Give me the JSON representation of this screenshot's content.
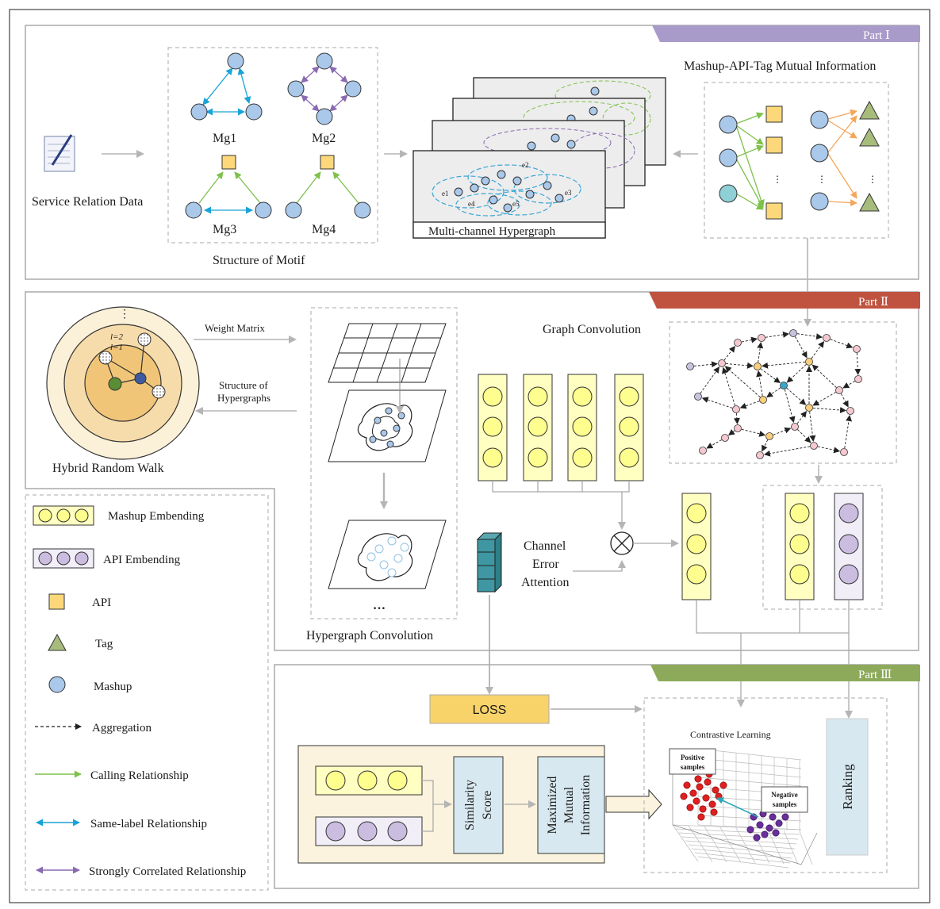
{
  "parts": {
    "part1": "Part Ⅰ",
    "part2": "Part Ⅱ",
    "part3": "Part Ⅲ"
  },
  "part1": {
    "service_relation_data": "Service Relation Data",
    "motif_labels": [
      "Mg1",
      "Mg2",
      "Mg3",
      "Mg4"
    ],
    "structure_of_motif": "Structure of Motif",
    "hyperedge_labels": [
      "e1",
      "e2",
      "e3",
      "e4",
      "e5"
    ],
    "multi_channel_hypergraph": "Multi-channel Hypergraph",
    "mutual_information_title": "Mashup-API-Tag Mutual Information",
    "ellipsis": "⋮"
  },
  "part2": {
    "ring_top": "⋮",
    "ring_l2": "l=2",
    "ring_l1": "l=1",
    "weight_matrix": "Weight Matrix",
    "structure_of_hypergraphs": [
      "Structure of",
      "Hypergraphs"
    ],
    "hybrid_random_walk": "Hybrid Random Walk",
    "hypergraph_convolution": "Hypergraph Convolution",
    "dots": "…",
    "graph_convolution": "Graph  Convolution",
    "channel_error_attention": [
      "Channel",
      "Error",
      "Attention"
    ]
  },
  "part3": {
    "loss": "LOSS",
    "contrastive_learning": "Contrastive Learning",
    "positive_samples": [
      "Positive",
      "samples"
    ],
    "negative_samples": [
      "Negative",
      "samples"
    ],
    "similarity_score": [
      "Similarity",
      "Score"
    ],
    "maximized_mutual_information": [
      "Maximized",
      "Mutual",
      "Information"
    ],
    "ranking": "Ranking"
  },
  "legend": {
    "mashup_embedding": "Mashup Embending",
    "api_embedding": "API Embending",
    "api": "API",
    "tag": "Tag",
    "mashup": "Mashup",
    "aggregation": "Aggregation",
    "calling": "Calling Relationship",
    "same_label": "Same-label Relationship",
    "strongly_correlated": "Strongly Correlated Relationship"
  },
  "colors": {
    "part1_banner": "#a99bc9",
    "part2_banner": "#c0533f",
    "part3_banner": "#8daa5a",
    "mashup_node": "#a9c8ea",
    "api_node": "#fcd87a",
    "tag_node": "#a7bc7b",
    "mashup_emb_fill": "#ffffc2",
    "mashup_emb_circle": "#fefe8e",
    "api_emb_fill": "#f2eef8",
    "api_emb_circle": "#cbbde0",
    "loss_fill": "#f8d36a",
    "conv_box": "#d8e8f0",
    "bottom_box": "#fbf3dd",
    "calling": "#7ec14b",
    "same_label": "#19a3d8",
    "strong": "#8a6ab2",
    "hyperedge": "#3aa6d6",
    "negative": "#6a2f9a",
    "positive": "#e02020",
    "tag_arrow": "#f4a65a"
  }
}
